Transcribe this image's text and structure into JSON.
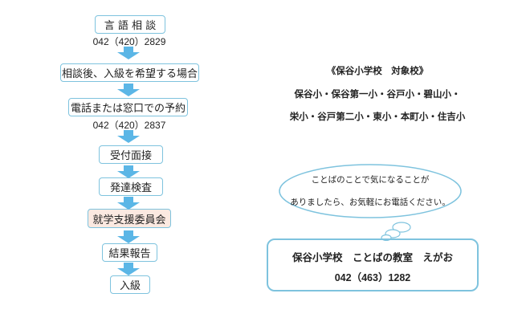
{
  "flow": {
    "steps": [
      "言 語 相 談",
      "相談後、入級を希望する場合",
      "電話または窓口での予約",
      "受付面接",
      "発達検査",
      "就学支援委員会",
      "結果報告",
      "入級"
    ],
    "phone_consult": "042（420）2829",
    "phone_reserve": "042（420）2837"
  },
  "schools": {
    "title": "《保谷小学校　対象校》",
    "line1": "保谷小・保谷第一小・谷戸小・碧山小・",
    "line2": "栄小・谷戸第二小・東小・本町小・住吉小"
  },
  "bubble": {
    "line1": "ことばのことで気になることが",
    "line2": "ありましたら、お気軽にお電話ください。"
  },
  "contact": {
    "name": "保谷小学校　ことばの教室　えがお",
    "phone": "042（463）1282"
  },
  "colors": {
    "border": "#7ec3de",
    "arrow": "#5bb6e6",
    "highlight": "#fbe9e1"
  }
}
